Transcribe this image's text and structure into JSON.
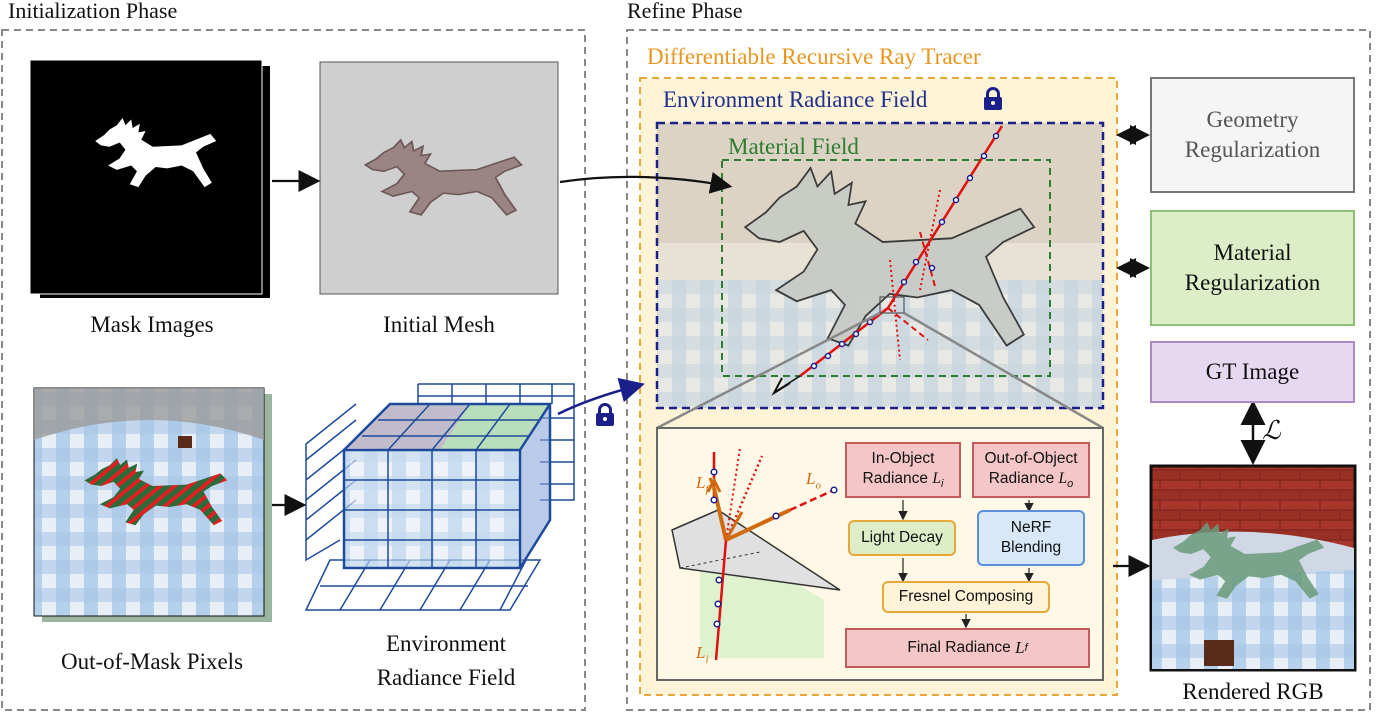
{
  "phases": {
    "init_title": "Initialization Phase",
    "refine_title": "Refine Phase"
  },
  "init": {
    "mask_caption": "Mask Images",
    "mesh_caption": "Initial Mesh",
    "oom_caption": "Out-of-Mask Pixels",
    "env_caption_line1": "Environment",
    "env_caption_line2": "Radiance Field"
  },
  "refine": {
    "tracer_title": "Differentiable Recursive Ray Tracer",
    "env_field_title": "Environment Radiance Field",
    "material_field_title": "Material Field",
    "geometry_reg_line1": "Geometry",
    "geometry_reg_line2": "Regularization",
    "material_reg_line1": "Material",
    "material_reg_line2": "Regularization",
    "gt_image": "GT Image",
    "loss_symbol": "ℒ",
    "rendered_caption": "Rendered RGB"
  },
  "detail": {
    "in_object_line1": "In-Object",
    "in_object_line2": "Radiance",
    "in_object_symbol": "L",
    "in_object_sub": "i",
    "out_object_line1": "Out-of-Object",
    "out_object_line2": "Radiance",
    "out_object_symbol": "L",
    "out_object_sub": "o",
    "light_decay": "Light Decay",
    "nerf_line1": "NeRF",
    "nerf_line2": "Blending",
    "fresnel": "Fresnel Composing",
    "final_label": "Final Radiance",
    "final_symbol": "L",
    "final_sub": "f",
    "ray_lf": "L",
    "ray_lf_sub": "f",
    "ray_lo": "L",
    "ray_lo_sub": "o",
    "ray_li": "L",
    "ray_li_sub": "i"
  },
  "colors": {
    "tracer_orange": "#e8961e",
    "env_blue": "#1f2f8a",
    "material_green": "#2e7d32",
    "gray_box": "#f5f5f5",
    "green_box": "#dcedc8",
    "purple_box": "#e6d8f0",
    "pink_box": "#f4c6c8",
    "ray_red": "#e01010"
  },
  "icons": [
    "lock-icon"
  ]
}
